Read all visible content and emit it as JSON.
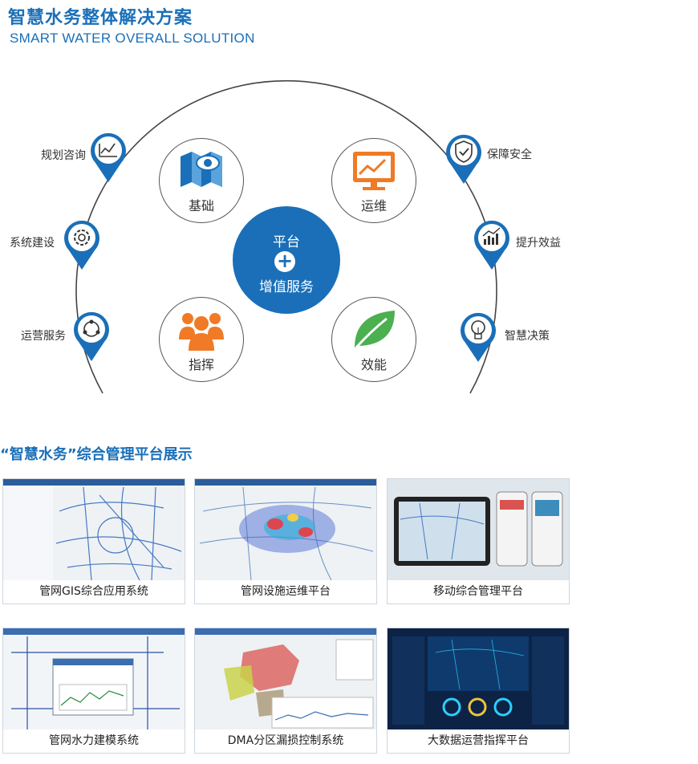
{
  "header": {
    "title_cn": "智慧水务整体解决方案",
    "title_en": "SMART WATER OVERALL SOLUTION"
  },
  "hub": {
    "line1": "平台",
    "plus": "+",
    "line2": "增值服务"
  },
  "pillars": [
    {
      "label": "基础",
      "icon": "map-eye-icon"
    },
    {
      "label": "运维",
      "icon": "monitor-chart-icon"
    },
    {
      "label": "指挥",
      "icon": "people-group-icon"
    },
    {
      "label": "效能",
      "icon": "leaf-icon"
    }
  ],
  "left_items": [
    {
      "label": "规划咨询",
      "icon": "planning-chart-icon"
    },
    {
      "label": "系统建设",
      "icon": "gear-icon"
    },
    {
      "label": "运营服务",
      "icon": "cycle-icon"
    }
  ],
  "right_items": [
    {
      "label": "保障安全",
      "icon": "shield-check-icon"
    },
    {
      "label": "提升效益",
      "icon": "bar-growth-icon"
    },
    {
      "label": "智慧决策",
      "icon": "lightbulb-icon"
    }
  ],
  "showcase": {
    "title": "“智慧水务”综合管理平台展示",
    "cards": [
      {
        "caption": "管网GIS综合应用系统"
      },
      {
        "caption": "管网设施运维平台"
      },
      {
        "caption": "移动综合管理平台"
      },
      {
        "caption": "管网水力建模系统"
      },
      {
        "caption": "DMA分区漏损控制系统"
      },
      {
        "caption": "大数据运营指挥平台"
      }
    ]
  },
  "colors": {
    "brand_blue": "#1a6fb8",
    "orange": "#f07a25",
    "green": "#4caf50"
  }
}
